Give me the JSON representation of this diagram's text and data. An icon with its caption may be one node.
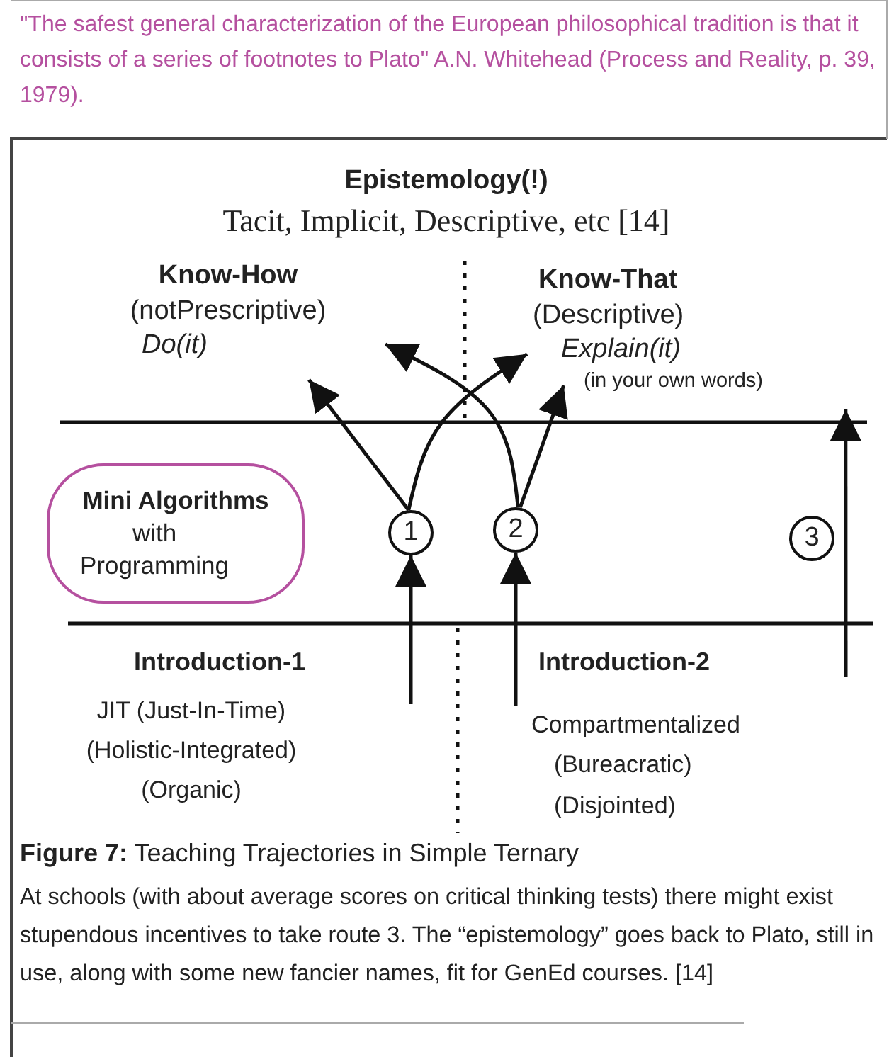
{
  "diagram": {
    "caption": "**Figure 7:** Teaching Trajectories in Simple Ternary",
    "nodes": [
      {
        "text": [
          "Know-How",
          "(notPrescriptive)",
          "Do(it)"
        ]
      },
      {
        "text": [
          "Know-That",
          "(Descriptive)",
          "Explain(it)",
          "(in your own words)"
        ]
      },
      {
        "text": [
          "Mini Algorithms",
          "with Programming"
        ]
      },
      {
        "text": [
          "1"
        ]
      },
      {
        "text": [
          "2"
        ]
      }
    ],
    "edges": [
      {
        "from": null,
        "to": 3,
        "arrow": "to"
      },
      {
        "from": null,
        "to": 4,
        "arrow": "to"
      },
      {
        "from": 3,
        "to": 0,
        "arrow": "to"
      },
      {
        "from": 3,
        "to": 1,
        "arrow": "to"
      },
      {
        "from": 4,
        "to": 0,
        "arrow": "to"
      },
      {
        "from": 4,
        "to": 1,
        "arrow": "to"
      },
      {
        "from": null,
        "to": 1,
        "arrow": "to",
        "label": "3"
      }
    ],
    "labels": [
      "\"The safest general characterization of the European philosophical tradition is that it consists of a series of footnotes to Plato\" A.N. Whitehead (Process and Reality, p. 39, 1979).",
      "Epistemology(!)",
      "Tacit, Implicit, Descriptive, etc [14]",
      "Introduction-1",
      "JIT (Just-In-Time)",
      "(Holistic-Integrated)",
      "(Organic)",
      "Introduction-2",
      "Compartmentalized",
      "(Bureacratic)",
      "(Disjointed)",
      "At schools (with about average scores on critical thinking tests) there might exist stupendous incentives to take route 3. The “epistemology” goes back to Plato, still in use, along with some new fancier names, fit for GenEd courses. [14]"
    ]
  }
}
